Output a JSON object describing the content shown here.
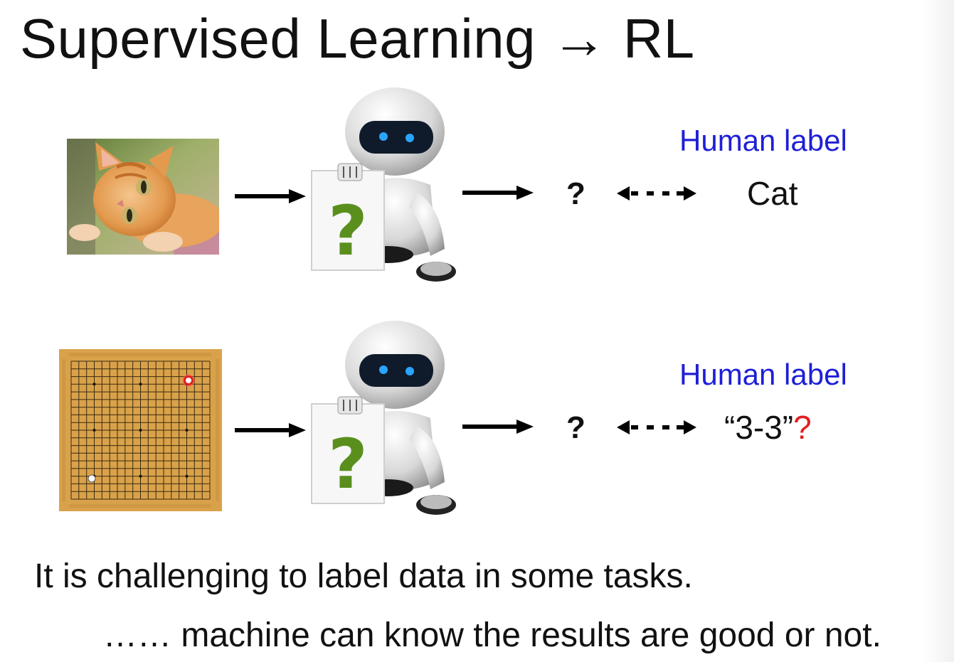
{
  "slide": {
    "title": "Supervised Learning → RL",
    "rows": [
      {
        "input_image": "cat-photo",
        "output_mark": "?",
        "human_label_title": "Human label",
        "label_value": "Cat",
        "label_suffix": ""
      },
      {
        "input_image": "go-board",
        "output_mark": "?",
        "human_label_title": "Human label",
        "label_value": "“3-3”",
        "label_suffix": "?"
      }
    ],
    "robot_card_mark": "?",
    "robot_card_header": "++",
    "bottom_line_1": "It is challenging to label data in some tasks.",
    "bottom_line_2": "…… machine can know the results are good or not."
  },
  "colors": {
    "human_label": "#1f1fd6",
    "question_card": "#5a8f1e",
    "red_question": "#e21f1f",
    "robot_visor": "#0f1b2a",
    "robot_eyes": "#2aa4ff",
    "go_board": "#d9a24a"
  }
}
